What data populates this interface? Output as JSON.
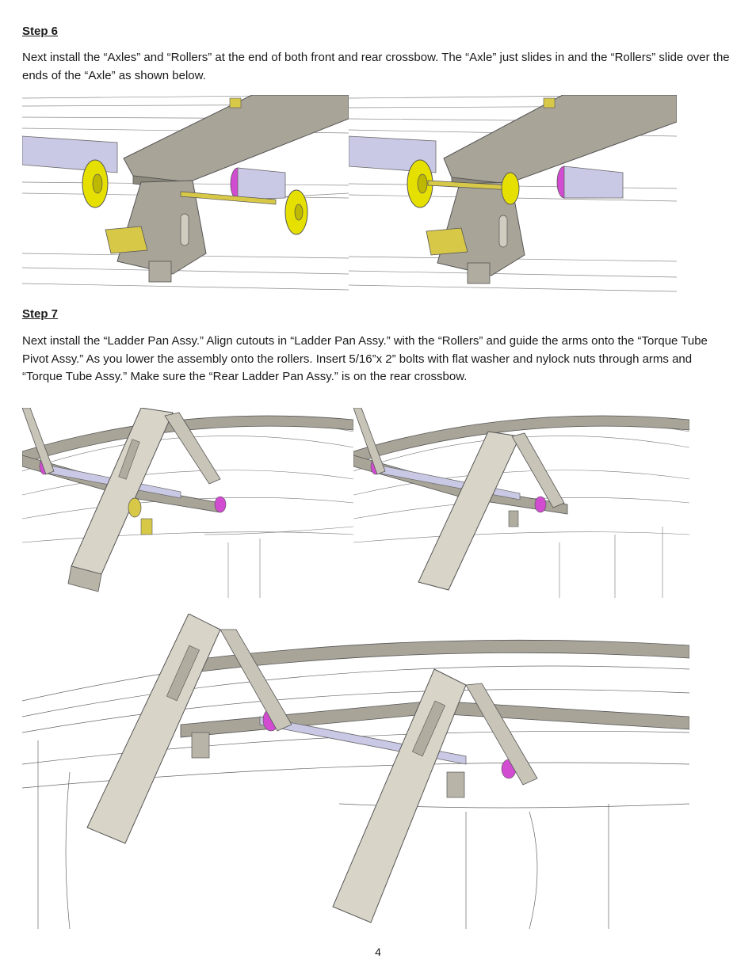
{
  "step6": {
    "heading": "Step 6",
    "text": "Next install the “Axles” and “Rollers” at the end of both front and rear crossbow. The “Axle” just slides in and the “Rollers” slide over the ends of the “Axle” as shown below."
  },
  "step7": {
    "heading": "Step 7",
    "text": "Next install the “Ladder Pan Assy.” Align cutouts in “Ladder Pan Assy.” with the “Rollers” and guide the arms onto the “Torque Tube Pivot Assy.” As you lower the assembly onto the rollers. Insert 5/16”x 2” bolts with flat washer and nylock nuts through arms and “Torque Tube Assy.” Make sure the “Rear Ladder Pan Assy.” is on the rear crossbow."
  },
  "footer": {
    "page_number": "4"
  },
  "colors": {
    "steel": "#a8a498",
    "steel_dark": "#6e6a60",
    "axle": "#c9c9e6",
    "roller": "#e6e000",
    "bushing": "#d24cd2",
    "bracket": "#d8c848",
    "line": "#555555"
  }
}
